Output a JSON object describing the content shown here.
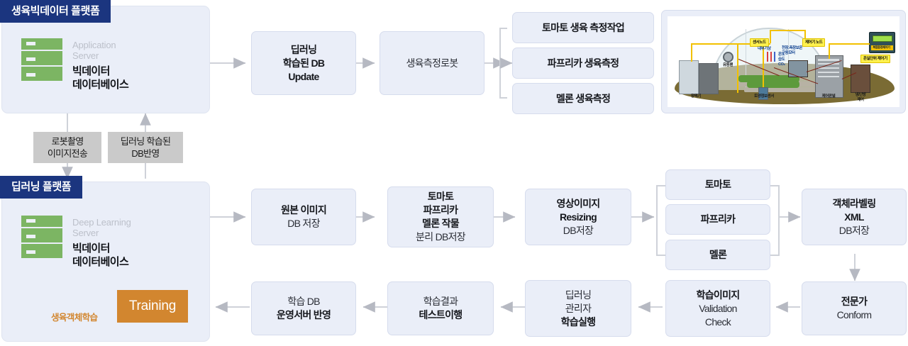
{
  "platforms": [
    {
      "id": "growth-bigdata-platform",
      "title": "생육빅데이터 플랫폼",
      "server_role": "Application\nServer",
      "server_name": "빅데이터\n데이터베이스"
    },
    {
      "id": "deep-learning-platform",
      "title": "딥러닝 플랫폼",
      "server_role": "Deep Learning\nServer",
      "server_name": "빅데이터\n데이터베이스",
      "training_label": "Training",
      "loop_label": "생육객체학습"
    }
  ],
  "tags": [
    {
      "id": "robot-capture-tag",
      "text": "로봇촬영\n이미지전송"
    },
    {
      "id": "trained-db-apply-tag",
      "text": "딥러닝 학습된\nDB반영"
    }
  ],
  "top_flow": [
    {
      "id": "deep-learning-db-update",
      "lines": [
        {
          "text": "딥러닝",
          "bold": true
        },
        {
          "text": "학습된 DB",
          "bold": true
        },
        {
          "text": "Update",
          "bold": true
        }
      ]
    },
    {
      "id": "growth-measurement-robot",
      "lines": [
        {
          "text": "생육측정로봇",
          "bold": false
        }
      ]
    }
  ],
  "top_branch": [
    {
      "id": "tomato-growth-measure-task",
      "lines": [
        {
          "text": "토마토 생육 측정작업",
          "bold": true
        }
      ]
    },
    {
      "id": "paprika-growth-measure",
      "lines": [
        {
          "text": "파프리카 생육측정",
          "bold": true
        }
      ]
    },
    {
      "id": "melon-growth-measure",
      "lines": [
        {
          "text": "멜론 생육측정",
          "bold": true
        }
      ]
    }
  ],
  "mid_flow": [
    {
      "id": "original-image-db-save",
      "lines": [
        {
          "text": "원본 이미지",
          "bold": true
        },
        {
          "text": "DB 저장",
          "bold": false
        }
      ]
    },
    {
      "id": "crop-split-db-save",
      "lines": [
        {
          "text": "토마토",
          "bold": true
        },
        {
          "text": "파프리카",
          "bold": true
        },
        {
          "text": "멜론 작물",
          "bold": true
        },
        {
          "text": "분리 DB저장",
          "bold": false
        }
      ]
    },
    {
      "id": "image-resizing-db-save",
      "lines": [
        {
          "text": "영상이미지",
          "bold": true
        },
        {
          "text": "Resizing",
          "bold": true
        },
        {
          "text": "DB저장",
          "bold": false
        }
      ]
    }
  ],
  "mid_branch": [
    {
      "id": "crop-tomato",
      "lines": [
        {
          "text": "토마토",
          "bold": true
        }
      ]
    },
    {
      "id": "crop-paprika",
      "lines": [
        {
          "text": "파프리카",
          "bold": true
        }
      ]
    },
    {
      "id": "crop-melon",
      "lines": [
        {
          "text": "멜론",
          "bold": true
        }
      ]
    }
  ],
  "mid_tail": [
    {
      "id": "object-labeling-xml-db-save",
      "lines": [
        {
          "text": "객체라벨링",
          "bold": true
        },
        {
          "text": "XML",
          "bold": true
        },
        {
          "text": "DB저장",
          "bold": false
        }
      ]
    }
  ],
  "bottom_flow": [
    {
      "id": "training-db-apply-to-ops-server",
      "lines": [
        {
          "text": "학습 DB",
          "bold": false
        },
        {
          "text": "운영서버 반영",
          "bold": true
        }
      ]
    },
    {
      "id": "training-result-test-run",
      "lines": [
        {
          "text": "학습결과",
          "bold": false
        },
        {
          "text": "테스트이행",
          "bold": true
        }
      ]
    },
    {
      "id": "deep-learning-manager-train-run",
      "lines": [
        {
          "text": "딥러닝",
          "bold": false
        },
        {
          "text": "관리자",
          "bold": false
        },
        {
          "text": "학습실행",
          "bold": true
        }
      ]
    },
    {
      "id": "training-image-validation-check",
      "lines": [
        {
          "text": "학습이미지",
          "bold": true
        },
        {
          "text": "Validation",
          "bold": false
        },
        {
          "text": "Check",
          "bold": false
        }
      ]
    },
    {
      "id": "expert-conform",
      "lines": [
        {
          "text": "전문가",
          "bold": true
        },
        {
          "text": "Conform",
          "bold": false
        }
      ]
    }
  ],
  "greenhouse": {
    "id": "smartfarm-greenhouse-illustration",
    "tags": [
      {
        "id": "sensor-node-tag",
        "text": "센서노드"
      },
      {
        "id": "controller-node-tag",
        "text": "제어기 노드"
      },
      {
        "id": "greenhouse-unit-controller-tag",
        "text": "온실단위 제어기"
      }
    ],
    "blue_labels": [
      {
        "id": "internal-weather-label",
        "text": "내부기상"
      },
      {
        "id": "roof-sideblind-motor-label",
        "text": "천장.측창보온\n구동모터"
      },
      {
        "id": "sensor-values-label",
        "text": "온도\n습도\nCO₂"
      }
    ],
    "ground_labels": [
      {
        "id": "nutrient-supply-label",
        "text": "양액기"
      },
      {
        "id": "soil-info-sensor-label",
        "text": "토양정보센서"
      },
      {
        "id": "control-panel-label",
        "text": "제어판넬"
      },
      {
        "id": "hvac-control-label",
        "text": "냉/난방\n제어"
      },
      {
        "id": "circulation-fan-label",
        "text": "유동팬"
      }
    ],
    "device_screen_label": "복합환경제어기"
  },
  "colors": {
    "platform_header": "#1b357f",
    "panel_fill": "#eaeef8",
    "node_border": "#d6dced",
    "server_green": "#7cb563",
    "training_orange": "#d2862f",
    "tag_grey": "#cacaca",
    "arrow_grey": "#b6b9c2",
    "loop_arrow": "#4d6168"
  }
}
